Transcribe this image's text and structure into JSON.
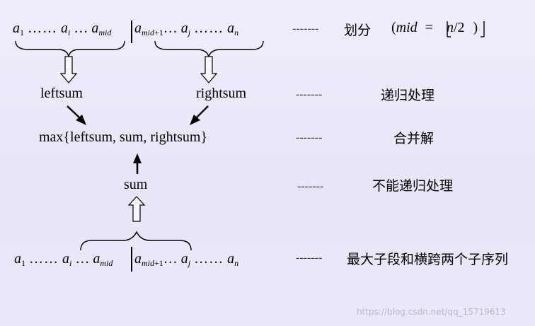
{
  "row1": {
    "a1": "a",
    "a1_sub": "1",
    "ai": "a",
    "ai_sub": "i",
    "amid": "a",
    "amid_sub": "mid",
    "amid1": "a",
    "amid1_sub": "mid",
    "plus1": "+1",
    "aj": "a",
    "aj_sub": "j",
    "an": "a",
    "an_sub": "n",
    "dots": "……",
    "dots_single": "…"
  },
  "labels": {
    "leftsum": "leftsum",
    "rightsum": "rightsum",
    "max": "max{leftsum, sum, rightsum}",
    "sum": "sum"
  },
  "steps": [
    {
      "dashes": "-------",
      "text": "划分"
    },
    {
      "dashes": "-------",
      "text": "递归处理"
    },
    {
      "dashes": "-------",
      "text": "合并解"
    },
    {
      "dashes": "-------",
      "text": "不能递归处理"
    },
    {
      "dashes": "-------",
      "text": "最大子段和横跨两个子序列"
    }
  ],
  "formula": {
    "lparen": "(",
    "mid": "mid",
    "eq": "=",
    "n": "n",
    "slash": "/",
    "two": "2",
    "rparen": ")"
  },
  "watermark": "https://blog.csdn.net/qq_15719613"
}
